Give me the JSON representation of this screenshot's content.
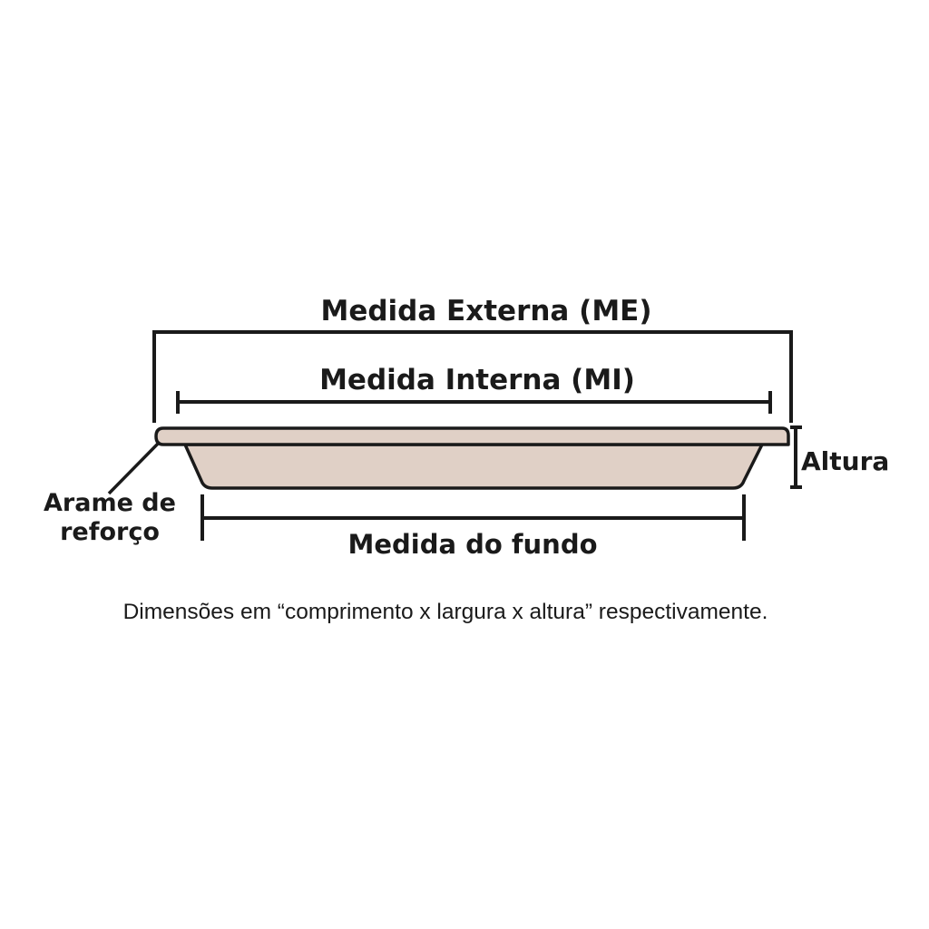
{
  "labels": {
    "external": "Medida Externa (ME)",
    "internal": "Medida Interna (MI)",
    "height": "Altura",
    "wire_line1": "Arame de",
    "wire_line2": "reforço",
    "bottom": "Medida do fundo"
  },
  "note": "Dimensões em “comprimento x largura x altura” respectivamente.",
  "colors": {
    "tray_fill": "#e0d0c6",
    "outline": "#1a1a1a"
  }
}
